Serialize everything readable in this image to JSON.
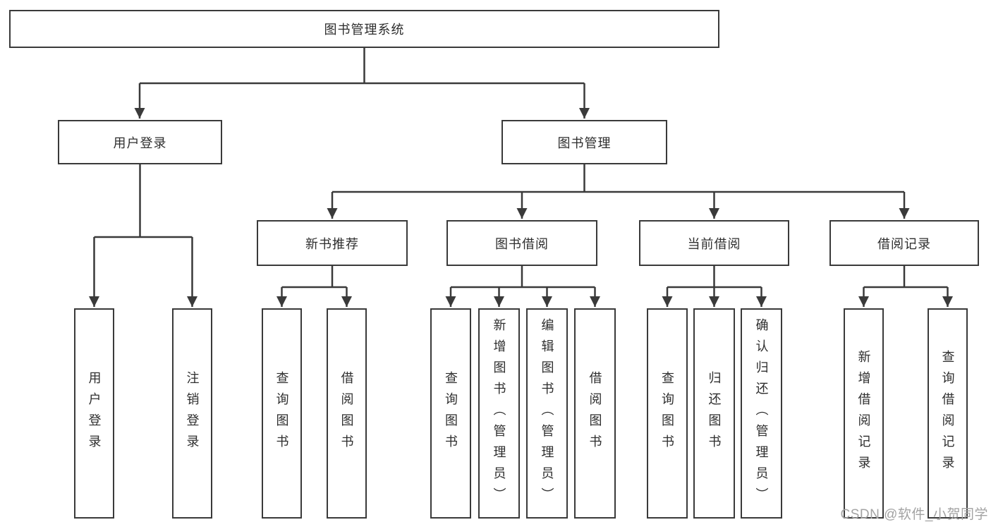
{
  "diagram": {
    "title": "图书管理系统",
    "root": "图书管理系统",
    "level2": [
      "用户登录",
      "图书管理"
    ],
    "level3": [
      "新书推荐",
      "图书借阅",
      "当前借阅",
      "借阅记录"
    ],
    "leaves": {
      "user_login": [
        "用户登录",
        "注销登录"
      ],
      "new_book": [
        "查询图书",
        "借阅图书"
      ],
      "book_borrow": [
        "查询图书",
        "新增图书（管理员）",
        "编辑图书（管理员）",
        "借阅图书"
      ],
      "current_borrow": [
        "查询图书",
        "归还图书",
        "确认归还（管理员）"
      ],
      "borrow_records": [
        "新增借阅记录",
        "查询借阅记录"
      ]
    }
  },
  "watermark": "CSDN @软件_小贺同学",
  "colors": {
    "line": "#3a3a3a",
    "border": "#3a3a3a",
    "text": "#2e2e2e",
    "background": "#ffffff",
    "watermark": "#a3a3a3"
  }
}
